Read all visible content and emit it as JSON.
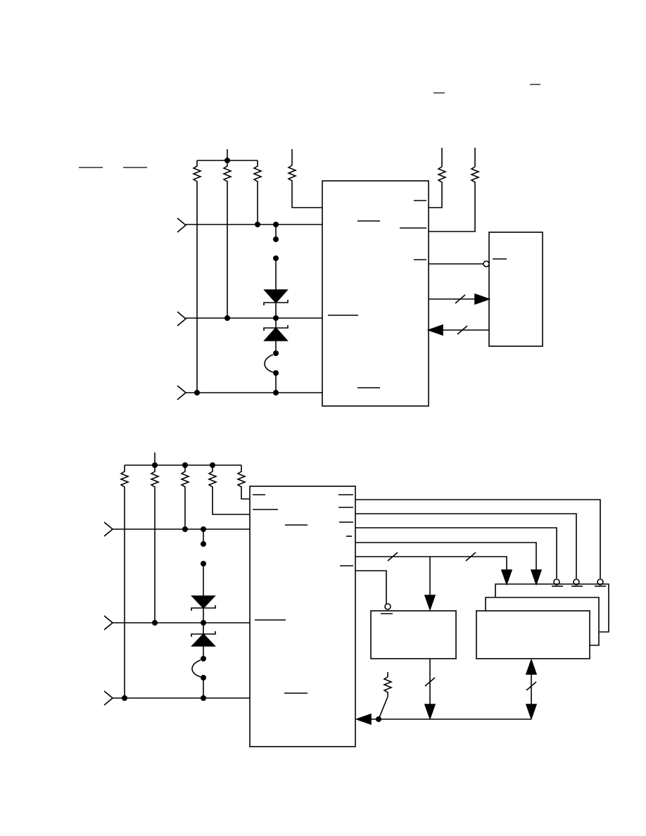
{
  "diagram": {
    "figures": [
      {
        "role": "upper-schematic",
        "blocks": [
          "interface-ic",
          "peripheral-block"
        ],
        "pull_up_resistors": 6,
        "input_connectors": 3,
        "zener_diodes": 2,
        "jumper": true,
        "bus_widths_marked": 2
      },
      {
        "role": "lower-schematic",
        "blocks": [
          "interface-ic",
          "peripheral-block",
          "stacked-device-blocks"
        ],
        "pull_up_resistors": 6,
        "input_connectors": 3,
        "zener_diodes": 2,
        "jumper": true,
        "stacked_blocks": 3,
        "bus_widths_marked": 4
      }
    ],
    "text_labels": []
  }
}
